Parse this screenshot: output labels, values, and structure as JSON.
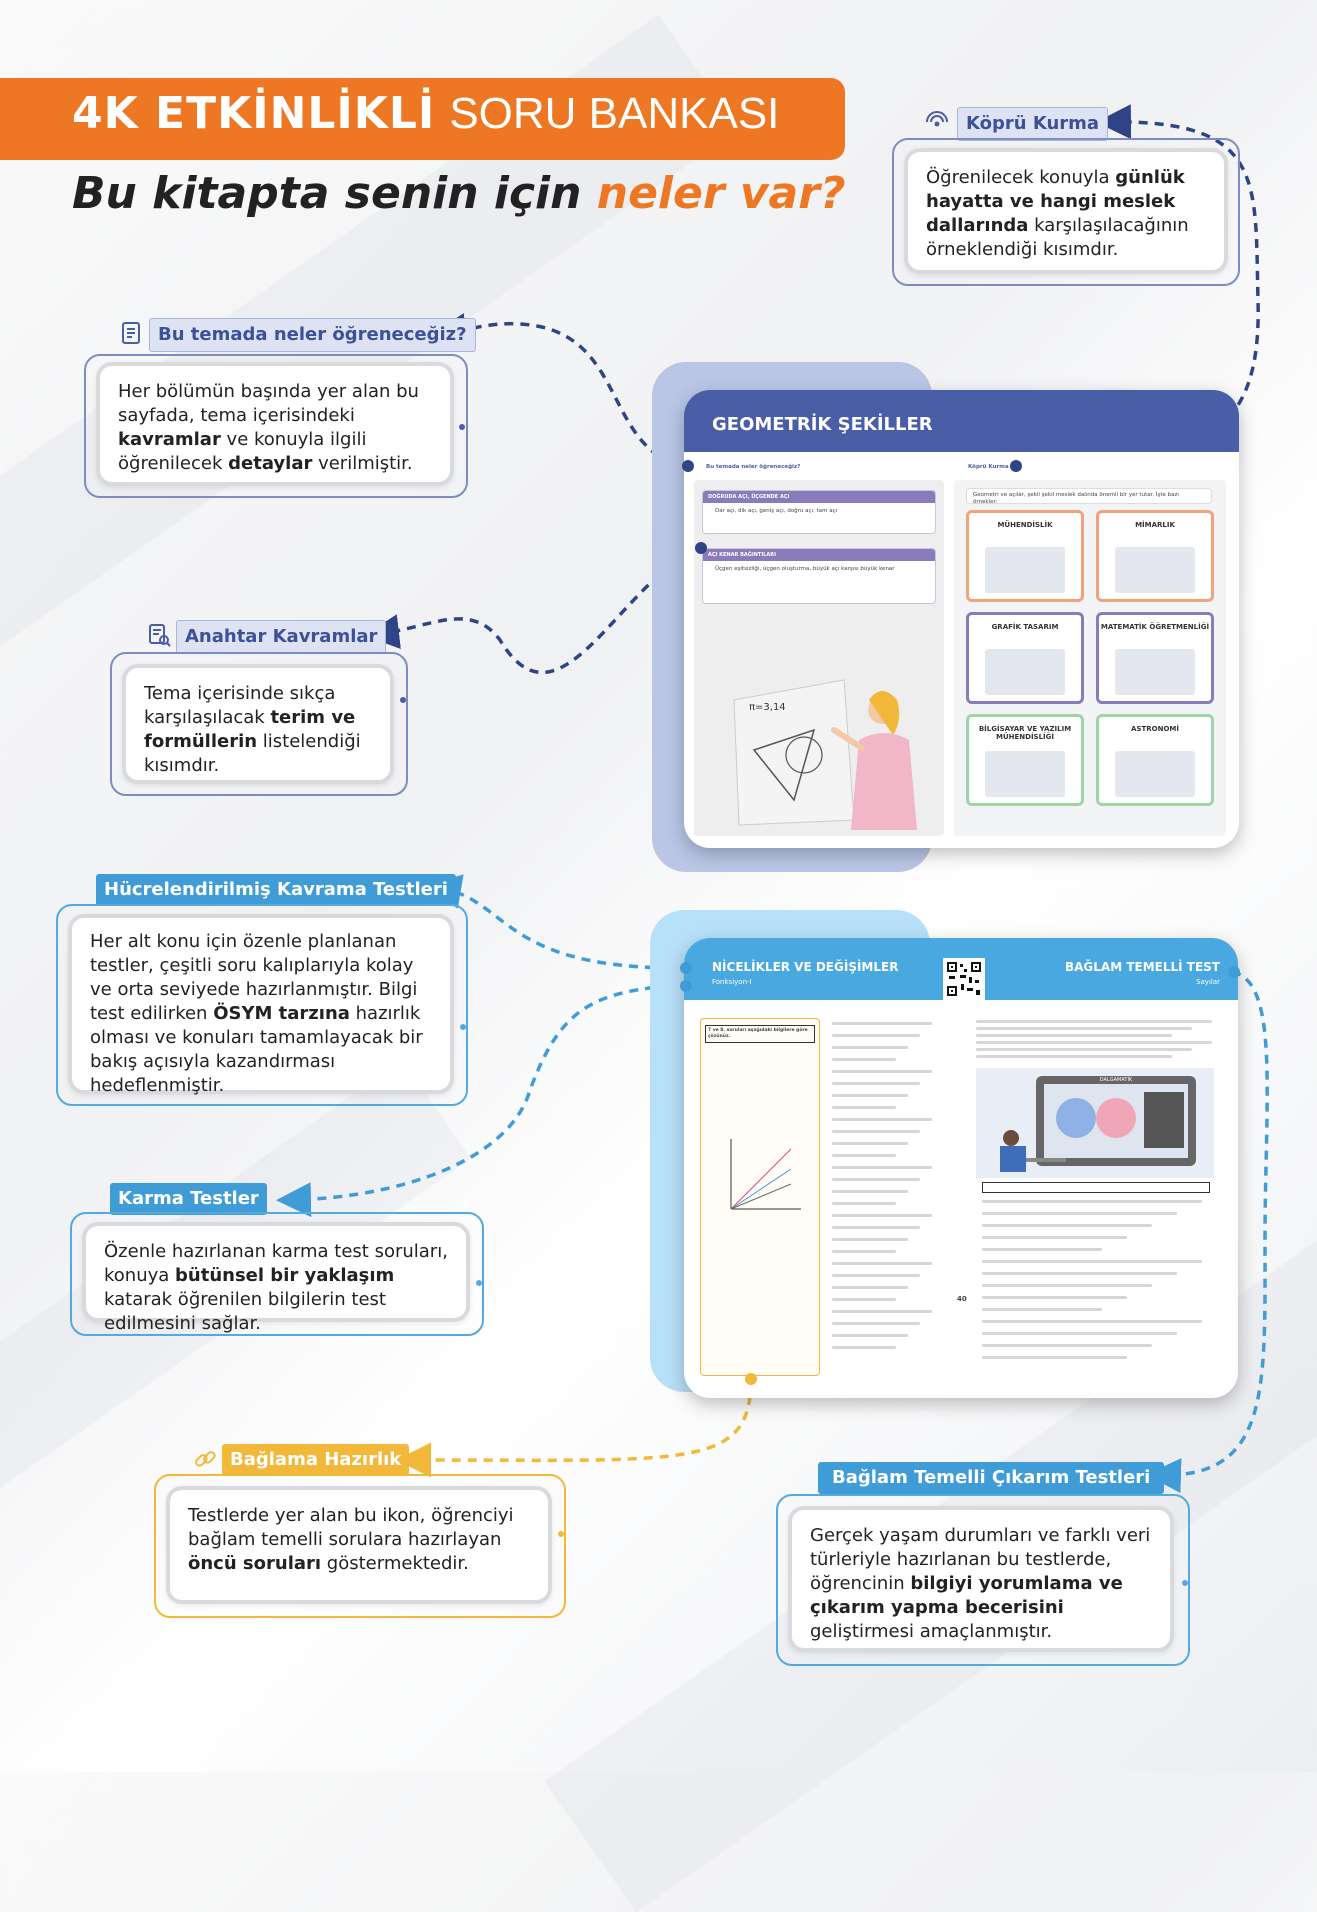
{
  "header": {
    "title_bold": "4K ETKİNLİKLİ",
    "title_light": "SORU BANKASI",
    "subtitle_pre": "Bu kitapta senin için",
    "subtitle_highlight": "neler var?"
  },
  "sections": {
    "kopru": {
      "label": "Köprü Kurma",
      "t1": "Öğrenilecek konuyla ",
      "b1": "günlük hayatta ve hangi meslek dallarında",
      "t2": " karşılaşılacağının örneklendiği kısımdır."
    },
    "tema": {
      "label": "Bu temada neler öğreneceğiz?",
      "t1": "Her bölümün başında yer alan bu sayfada, tema içerisindeki ",
      "b1": "kavramlar",
      "t2": " ve konuyla ilgili öğrenilecek ",
      "b2": "detaylar",
      "t3": " verilmiştir."
    },
    "anahtar": {
      "label": "Anahtar Kavramlar",
      "t1": "Tema içerisinde sıkça karşılaşılacak ",
      "b1": "terim ve formüllerin",
      "t2": " listelendiği kısımdır."
    },
    "hucre": {
      "label": "Hücrelendirilmiş Kavrama Testleri",
      "t1": "Her alt konu için özenle planlanan testler, çeşitli soru kalıplarıyla kolay ve orta seviyede hazırlanmıştır. Bilgi test edilirken ",
      "b1": "ÖSYM tarzına",
      "t2": " hazırlık olması ve konuları tamamlayacak bir bakış açısıyla kazandırması hedeflenmiştir."
    },
    "karma": {
      "label": "Karma Testler",
      "t1": "Özenle hazırlanan karma test soruları, konuya ",
      "b1": "bütünsel bir yaklaşım",
      "t2": " katarak öğrenilen bilgilerin test edilmesini sağlar."
    },
    "baglama": {
      "label": "Bağlama Hazırlık",
      "t1": "Testlerde yer alan bu ikon, öğrenciyi bağlam temelli sorulara hazırlayan ",
      "b1": "öncü soruları",
      "t2": " göstermektedir."
    },
    "baglam_cikarim": {
      "label": "Bağlam Temelli Çıkarım Testleri",
      "t1": "Gerçek yaşam durumları ve farklı veri türleriyle hazırlanan bu testlerde, öğrencinin ",
      "b1": "bilgiyi yorumlama ve çıkarım yapma becerisini",
      "t2": " geliştirmesi amaçlanmıştır."
    }
  },
  "page1": {
    "title": "GEOMETRİK ŞEKİLLER",
    "left_tag": "Bu temada neler öğreneceğiz?",
    "right_tag": "Köprü Kurma",
    "box1_title": "DOĞRUDA AÇI, ÜÇGENDE AÇI",
    "box1_line": "Dar açı, dik açı, geniş açı, doğru açı, tam açı",
    "box2_title": "AÇI KENAR BAĞINTILARI",
    "box2_line": "Üçgen eşitsizliği, üçgen oluşturma, büyük açı karşısı büyük kenar",
    "intro": "Geometri ve açılar, şekil şekil meslek dalında önemli bir yer tutar. İşte bazı örnekler:",
    "jobs": [
      "MÜHENDİSLİK",
      "MİMARLIK",
      "GRAFİK TASARIM",
      "MATEMATİK ÖĞRETMENLİĞİ",
      "BİLGİSAYAR VE YAZILIM MÜHENDİSLİĞİ",
      "ASTRONOMİ"
    ],
    "colors": [
      "#f3a37b",
      "#f3a37b",
      "#8a7bbd",
      "#8a7bbd",
      "#9fd3a8",
      "#9fd3a8"
    ],
    "board_text": "π=3,14"
  },
  "page2": {
    "left_title": "NİCELİKLER VE DEĞİŞİMLER",
    "left_sub": "Fonksiyon-I",
    "right_title": "BAĞLAM TEMELLİ TEST",
    "right_sub": "Sayılar",
    "q_header": "7 ve 8. soruları aşağıdaki bilgilere göre çözünüz.",
    "screen_label": "DALGAMATİK",
    "page_mark": "40"
  },
  "colors": {
    "orange": "#ee7723",
    "navy": "#4a5ea8",
    "sky": "#3f9cd6",
    "gold": "#f1b83a"
  }
}
